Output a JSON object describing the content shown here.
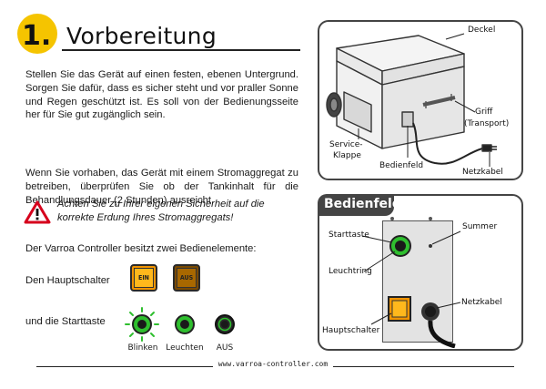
{
  "heading": {
    "step": "1.",
    "title": "Vorbereitung"
  },
  "paragraphs": {
    "p1": "Stellen Sie das Gerät auf einen festen, ebenen Untergrund. Sorgen Sie dafür, dass es sicher steht und vor praller Sonne und Regen geschützt ist. Es soll von der Bedienungsseite her für Sie gut zugänglich sein.",
    "p2": "Wenn Sie vorhaben, das Gerät mit einem Stromaggregat zu betreiben, überprüfen Sie ob der Tankinhalt für die Behandlungsdauer (2 Stunden) ausreicht."
  },
  "warning": {
    "icon": "warning-triangle-icon",
    "text": "Achten Sie zu Ihrer eigenen Sicherheit auf die korrekte Erdung Ihres Stromaggregats!"
  },
  "controls": {
    "intro": "Der Varroa Controller besitzt zwei Bedienelemente:",
    "main_switch_label": "Den Hauptschalter",
    "switch_on": "EIN",
    "switch_off": "AUS",
    "start_label": "und die Starttaste",
    "state_blink": "Blinken",
    "state_light": "Leuchten",
    "state_off": "AUS"
  },
  "device_panel": {
    "deckel": "Deckel",
    "griff": "Griff",
    "transport": "(Transport)",
    "service": "Service-",
    "klappe": "Klappe",
    "bedienfeld": "Bedienfeld",
    "netzkabel": "Netzkabel"
  },
  "bedienfeld_panel": {
    "title": "Bedienfeld",
    "starttaste": "Starttaste",
    "summer": "Summer",
    "leuchtring": "Leuchtring",
    "netzkabel": "Netzkabel",
    "hauptschalter": "Hauptschalter"
  },
  "footer": {
    "url": "www.varroa-controller.com"
  },
  "colors": {
    "accent_yellow": "#f5c400",
    "switch_orange": "#f29400",
    "led_green": "#2fbf2f"
  }
}
